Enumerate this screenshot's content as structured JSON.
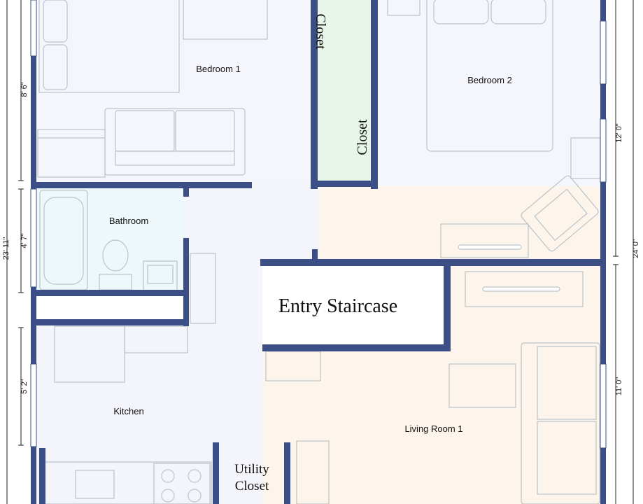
{
  "rooms": {
    "bedroom1": "Bedroom 1",
    "bedroom2": "Bedroom 2",
    "closet_a": "Closet",
    "closet_b": "Closet",
    "bathroom": "Bathroom",
    "entry": "Entry Staircase",
    "kitchen": "Kitchen",
    "living": "Living Room 1",
    "utility_1": "Utility",
    "utility_2": "Closet"
  },
  "dimensions": {
    "left_8_6": "8' 6\"",
    "left_4_7": "4' 7\"",
    "left_5_2": "5' 2\"",
    "left_total": "23' 11\"",
    "right_12_0": "12' 0\"",
    "right_total": "24' 0\"",
    "right_11_0": "11' 0\""
  },
  "colors": {
    "wall": "#3b4f86",
    "bedroom_floor": "#f5f6fc",
    "closet_floor": "#e8f6ea",
    "bath_floor": "#eef8fa",
    "hall_floor": "#f4f4fb",
    "living_floor": "#fdf4ec"
  }
}
